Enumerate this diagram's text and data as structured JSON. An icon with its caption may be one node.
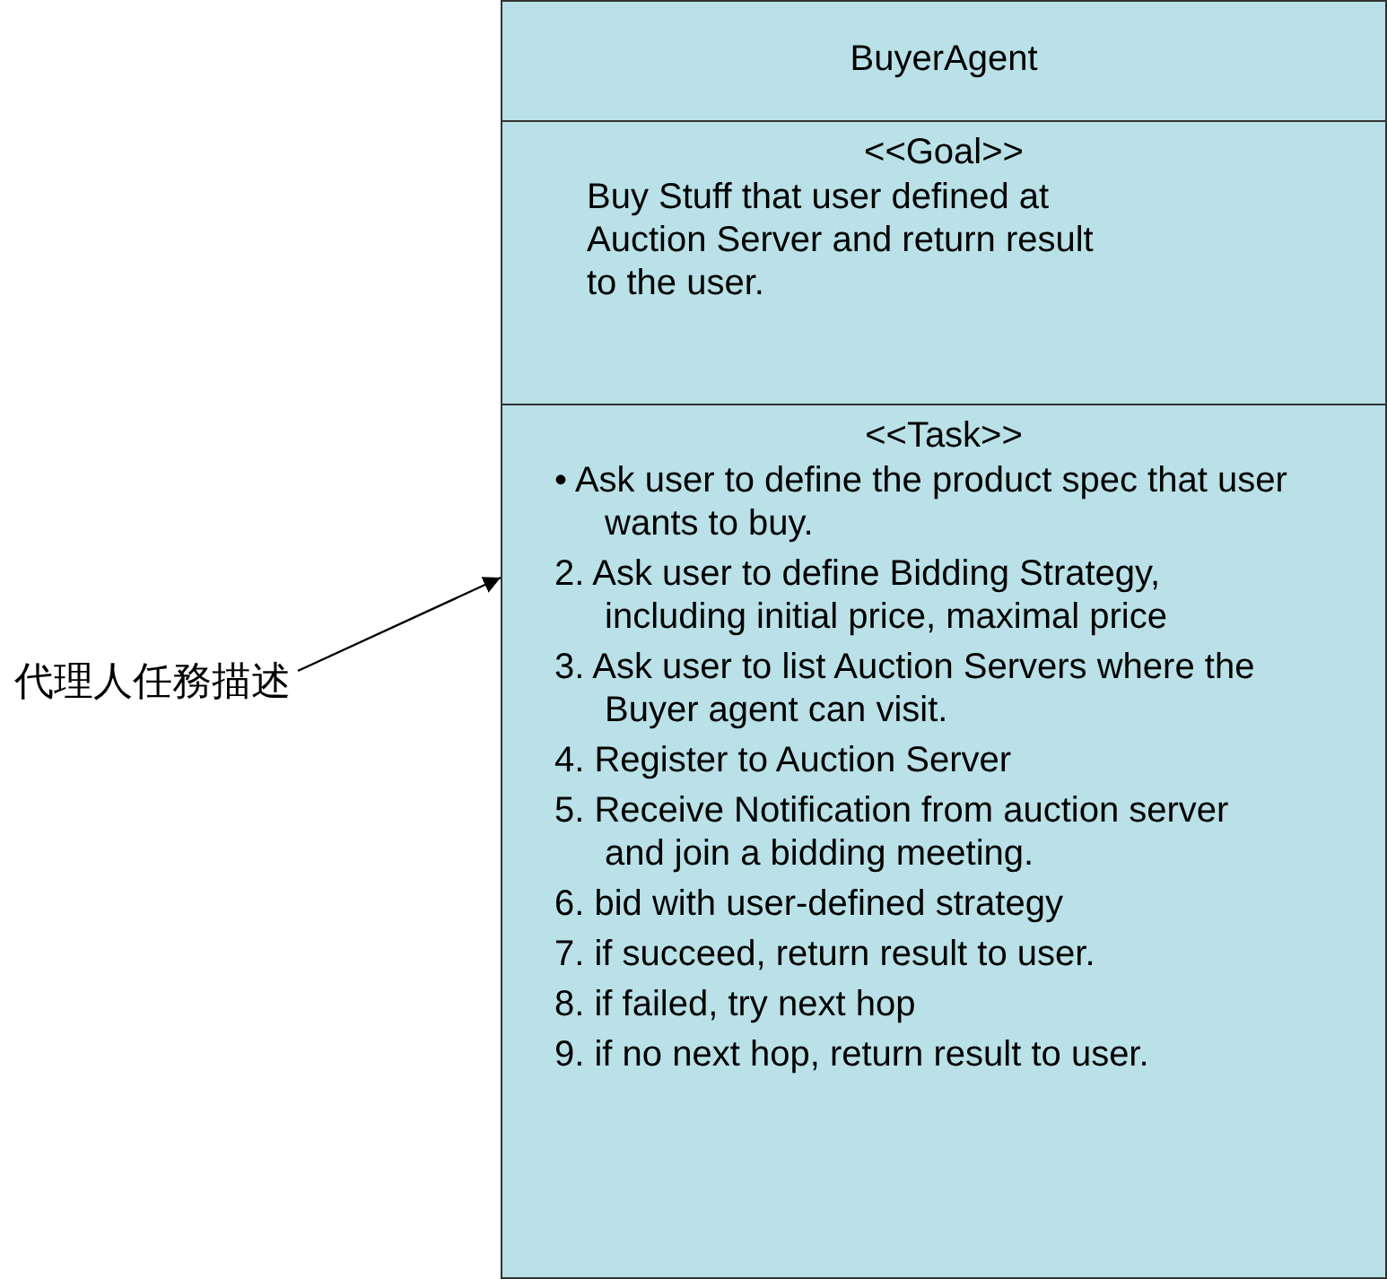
{
  "diagram": {
    "nodes": [
      {
        "text": [
          "BuyerAgent"
        ]
      },
      {
        "text": [
          "<<Goal>>",
          "Buy Stuff that user defined at Auction Server and return result to the user."
        ],
        "in": 0
      },
      {
        "text": [
          "<<Task>>",
          "• Ask user to define the product spec that user wants to buy.",
          "2. Ask user to define Bidding Strategy, including initial price, maximal price",
          "3. Ask user to list Auction Servers where the Buyer agent can visit.",
          "4. Register to Auction Server",
          "5. Receive Notification from auction server and join a bidding meeting.",
          "6. bid with user-defined strategy",
          "7. if succeed, return result to user.",
          "8. if failed, try next hop",
          "9. if no next hop, return result to user."
        ],
        "in": 0
      },
      {
        "text": [
          "代理人任務描述"
        ]
      }
    ],
    "edges": [
      {
        "from": 3,
        "to": 2,
        "arrow": "to"
      }
    ]
  }
}
